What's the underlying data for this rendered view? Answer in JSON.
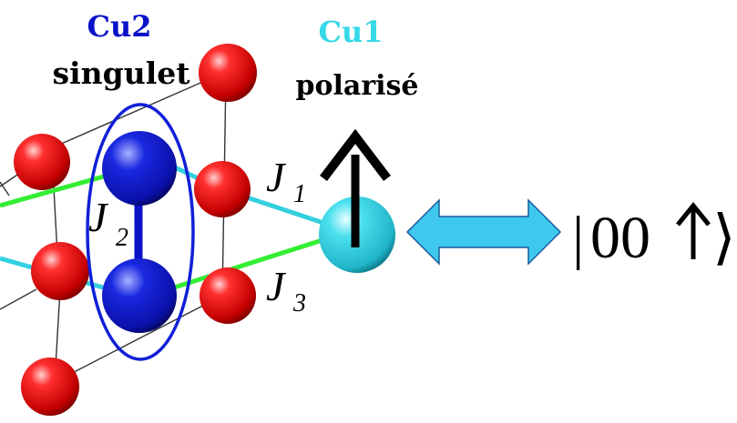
{
  "labels": {
    "cu2_name": "Cu2",
    "cu2_state": "singulet",
    "cu1_name": "Cu1",
    "cu1_state": "polarisé",
    "j1": "J",
    "j1_sub": "1",
    "j2": "J",
    "j2_sub": "2",
    "j3": "J",
    "j3_sub": "3",
    "ket_open": "|",
    "ket_digits": "00",
    "ket_close": "⟩"
  },
  "colors": {
    "cu2": "#0a12c8",
    "cu1": "#35d8e6",
    "oxygen": "#e01010",
    "bond_green": "#33ee33",
    "bond_cyan": "#33d0e0",
    "double_arrow": "#3ec8ee",
    "ellipse": "#1020d8",
    "spin_arrow": "#000000"
  },
  "icons": {
    "spin": "up-arrow-icon",
    "equivalence": "double-arrow-icon",
    "ket_spin": "up-arrow-icon"
  }
}
